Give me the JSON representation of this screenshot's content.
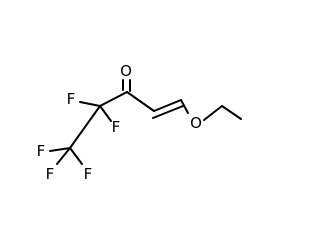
{
  "structure": {
    "colors": {
      "bond": "#000000",
      "fluorine": "#000000",
      "oxygen": "#000000"
    },
    "atoms": [
      {
        "id": "f1",
        "element": "F",
        "label": "F"
      },
      {
        "id": "f2",
        "element": "F",
        "label": "F"
      },
      {
        "id": "f3",
        "element": "F",
        "label": "F"
      },
      {
        "id": "f4",
        "element": "F",
        "label": "F"
      },
      {
        "id": "f5",
        "element": "F",
        "label": "F"
      },
      {
        "id": "o-carbonyl",
        "element": "O",
        "label": "O"
      },
      {
        "id": "o-ether",
        "element": "O",
        "label": "O"
      }
    ]
  }
}
